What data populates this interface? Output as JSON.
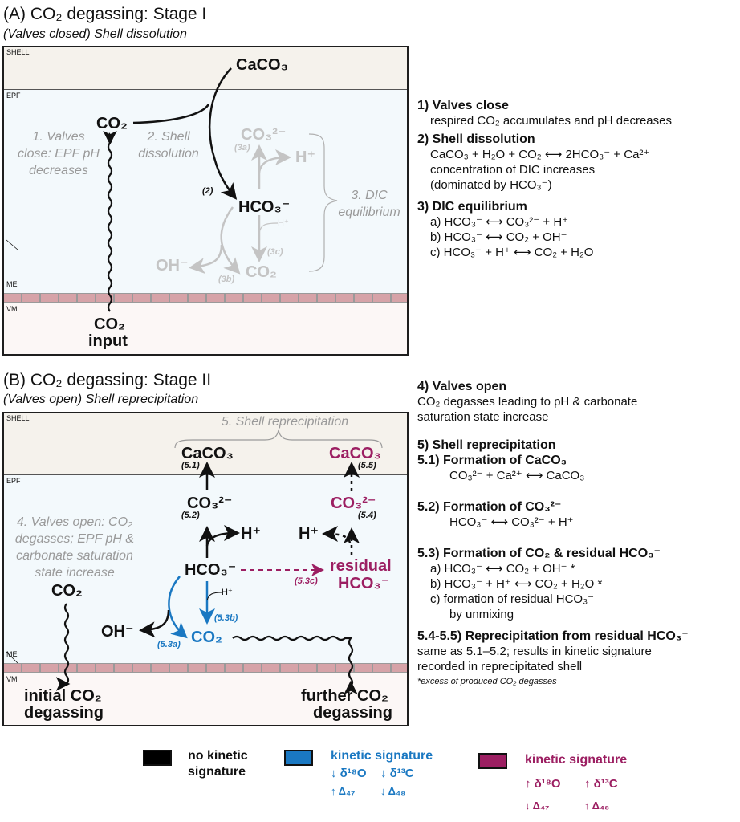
{
  "panel_a": {
    "title": "(A) CO₂ degassing: Stage I",
    "subtitle": "(Valves closed) Shell dissolution",
    "zones": {
      "shell": "SHELL",
      "epf": "EPF",
      "me": "ME",
      "vm": "VM"
    },
    "species": {
      "caco3": "CaCO₃",
      "co2_top": "CO₂",
      "hco3": "HCO₃⁻",
      "co3": "CO₃²⁻",
      "h_plus": "H⁺",
      "h_plus_small": "H⁺",
      "oh": "OH⁻",
      "co2_bottom": "CO₂",
      "co2_input_line1": "CO₂",
      "co2_input_line2": "input"
    },
    "notes": {
      "valves_close": "1. Valves close: EPF pH decreases",
      "shell_dissolution": "2. Shell dissolution",
      "dic_equilibrium": "3. DIC equilibrium"
    },
    "tags": {
      "t2": "(2)",
      "t3a": "(3a)",
      "t3b": "(3b)",
      "t3c": "(3c)"
    }
  },
  "panel_b": {
    "title": "(B) CO₂ degassing: Stage II",
    "subtitle": "(Valves open) Shell reprecipitation",
    "zones": {
      "shell": "SHELL",
      "epf": "EPF",
      "me": "ME",
      "vm": "VM"
    },
    "species": {
      "caco3_left": "CaCO₃",
      "caco3_right": "CaCO₃",
      "co3_left": "CO₃²⁻",
      "co3_right": "CO₃²⁻",
      "h_plus_left": "H⁺",
      "h_plus_right": "H⁺",
      "hco3": "HCO₃⁻",
      "residual_line1": "residual",
      "residual_line2": "HCO₃⁻",
      "h_plus_small": "H⁺",
      "co2_left": "CO₂",
      "oh": "OH⁻",
      "co2_blue": "CO₂",
      "initial_line1": "initial CO₂",
      "initial_line2": "degassing",
      "further_line1": "further CO₂",
      "further_line2": "degassing"
    },
    "notes": {
      "shell_reprecipitation": "5. Shell reprecipitation",
      "valves_open": "4. Valves open: CO₂ degasses; EPF pH & carbonate saturation state increase"
    },
    "tags": {
      "t51": "(5.1)",
      "t52": "(5.2)",
      "t53a": "(5.3a)",
      "t53b": "(5.3b)",
      "t53c": "(5.3c)",
      "t54": "(5.4)",
      "t55": "(5.5)"
    }
  },
  "side_a": {
    "s1_head": "1) Valves close",
    "s1_body": "respired CO₂ accumulates and pH decreases",
    "s2_head": "2) Shell dissolution",
    "s2_eq": "CaCO₃ + H₂O + CO₂ ⟷ 2HCO₃⁻ + Ca²⁺",
    "s2_body1": "concentration of DIC increases",
    "s2_body2": "(dominated by HCO₃⁻)",
    "s3_head": "3) DIC equilibrium",
    "s3_a": "a) HCO₃⁻ ⟷ CO₃²⁻ + H⁺",
    "s3_b": "b) HCO₃⁻ ⟷ CO₂ + OH⁻",
    "s3_c": "c) HCO₃⁻ + H⁺ ⟷ CO₂ + H₂O"
  },
  "side_b": {
    "s4_head": "4) Valves open",
    "s4_body1": "CO₂ degasses leading to pH & carbonate",
    "s4_body2": "saturation state increase",
    "s5_head": "5) Shell reprecipitation",
    "s51_head": "5.1) Formation of CaCO₃",
    "s51_eq": "CO₃²⁻ + Ca²⁺ ⟷ CaCO₃",
    "s52_head": "5.2) Formation of CO₃²⁻",
    "s52_eq": "HCO₃⁻ ⟷ CO₃²⁻ + H⁺",
    "s53_head": "5.3) Formation of CO₂ & residual HCO₃⁻",
    "s53_a": "a) HCO₃⁻ ⟷ CO₂ + OH⁻ *",
    "s53_b": "b) HCO₃⁻ + H⁺ ⟷ CO₂ + H₂O *",
    "s53_c1": "c) formation of residual HCO₃⁻",
    "s53_c2": "by unmixing",
    "s545_head": "5.4-5.5) Reprecipitation from residual HCO₃⁻",
    "s545_body1": "same as 5.1–5.2; results in kinetic signature",
    "s545_body2": "recorded in reprecipitated shell",
    "footnote": "*excess of produced CO₂ degasses"
  },
  "legend": {
    "items": [
      {
        "color": "#000000",
        "line1": "no kinetic",
        "line2": "signature"
      },
      {
        "color": "#1a78c2",
        "title": "kinetic signature",
        "d18o": "↓ δ¹⁸O",
        "d13c": "↓ δ¹³C",
        "d47": "↑ Δ₄₇",
        "d48": "↓ Δ₄₈"
      },
      {
        "color": "#9c1f62",
        "title": "kinetic signature",
        "d18o": "↑ δ¹⁸O",
        "d13c": "↑ δ¹³C",
        "d47": "↓ Δ₄₇",
        "d48": "↑ Δ₄₈"
      }
    ]
  },
  "colors": {
    "black": "#111111",
    "blue": "#1a78c2",
    "purple": "#9c1f62",
    "gray": "#c4c4c4",
    "shell_bg": "#f5f2ec",
    "epf_bg": "#f3f9fc",
    "membrane": "#d6a3a8"
  }
}
